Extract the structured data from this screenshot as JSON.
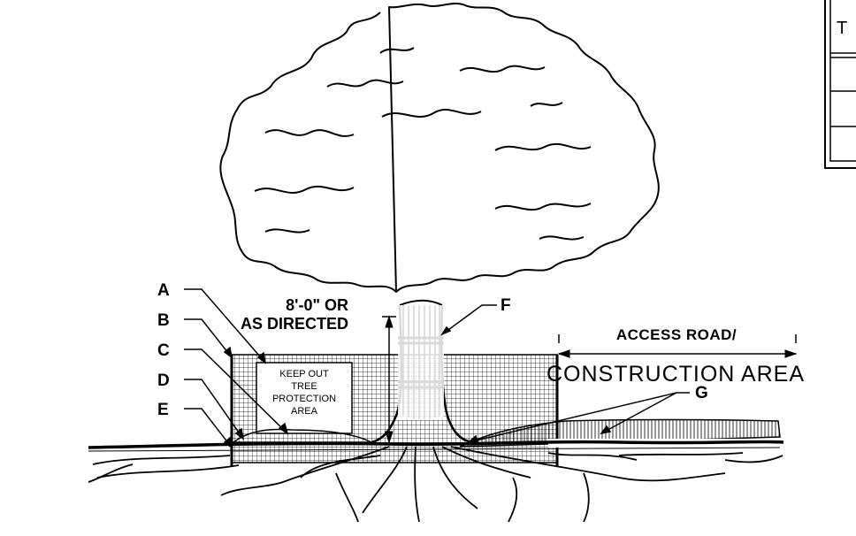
{
  "drawing": {
    "callouts": [
      "A",
      "B",
      "C",
      "D",
      "E",
      "F",
      "G"
    ],
    "height_dimension": [
      "8'-0\" OR",
      "AS DIRECTED"
    ],
    "sign_text": [
      "KEEP OUT",
      "TREE",
      "PROTECTION",
      "AREA"
    ],
    "access_road": [
      "ACCESS ROAD/",
      "CONSTRUCTION AREA"
    ]
  },
  "table": {
    "header_text": "T",
    "row_count": 4
  }
}
